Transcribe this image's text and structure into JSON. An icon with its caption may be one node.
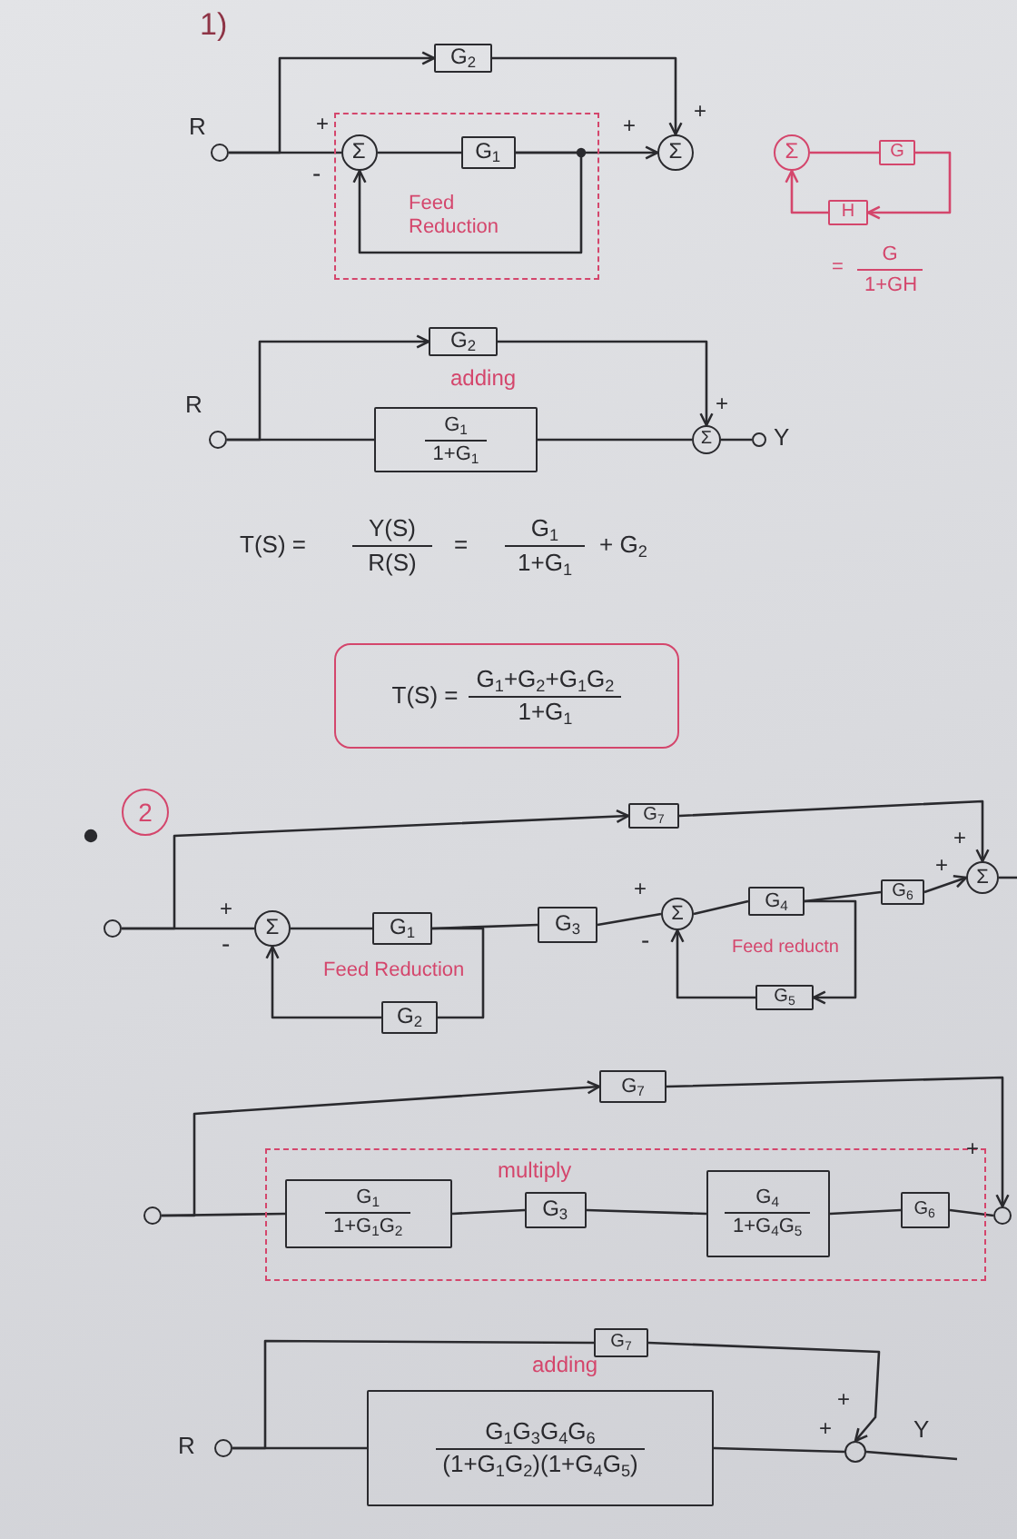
{
  "diagram": {
    "nodes": [
      {
        "text": [],
        "shape": "circle",
        "beside": [
          "R"
        ]
      },
      {
        "text": [
          "G$_{2}$"
        ]
      },
      {
        "text": [
          "Feed Reduction"
        ]
      },
      {
        "text": [
          "Σ"
        ],
        "in": 2
      },
      {
        "text": [
          "G$_{1}$"
        ],
        "in": 2
      },
      {
        "text": [
          "Σ"
        ]
      },
      {
        "text": [
          "Σ"
        ]
      },
      {
        "text": [
          "G"
        ]
      },
      {
        "text": [
          "H"
        ]
      },
      {
        "text": [],
        "shape": "circle",
        "beside": [
          "R"
        ]
      },
      {
        "text": [
          "G$_{2}$"
        ]
      },
      {
        "text": [
          "G$_{1}$",
          "1+G$_{1}$"
        ]
      },
      {
        "text": [
          "Σ"
        ]
      },
      {
        "text": [],
        "shape": "circle",
        "beside": [
          "Y"
        ]
      },
      {
        "text": [
          "T(S) =",
          "G$_{1}$+G$_{2}$+G$_{1}$G$_{2}$",
          "1+G$_{1}$"
        ]
      },
      {
        "text": [
          "2"
        ]
      },
      {
        "text": [],
        "shape": "circle"
      },
      {
        "text": [
          "G$_{7}$"
        ]
      },
      {
        "text": [
          "Σ"
        ]
      },
      {
        "text": [
          "G$_{1}$"
        ]
      },
      {
        "text": [
          "G$_{2}$"
        ]
      },
      {
        "text": [
          "G$_{3}$"
        ]
      },
      {
        "text": [
          "Σ"
        ]
      },
      {
        "text": [
          "G$_{4}$"
        ]
      },
      {
        "text": [
          "G$_{5}$"
        ]
      },
      {
        "text": [
          "G$_{6}$"
        ]
      },
      {
        "text": [
          "Σ"
        ]
      },
      {
        "text": [],
        "shape": "circle"
      },
      {
        "text": [
          "G$_{7}$"
        ]
      },
      {
        "text": [
          "multiply"
        ]
      },
      {
        "text": [
          "G$_{1}$",
          "1+G$_{1}$G$_{2}$"
        ],
        "in": 29
      },
      {
        "text": [
          "G$_{3}$"
        ],
        "in": 29
      },
      {
        "text": [
          "G$_{4}$",
          "1+G$_{4}$G$_{5}$"
        ],
        "in": 29
      },
      {
        "text": [
          "G$_{6}$"
        ],
        "in": 29
      },
      {
        "text": [],
        "shape": "circle"
      },
      {
        "text": [],
        "shape": "circle",
        "beside": [
          "R"
        ]
      },
      {
        "text": [
          "G$_{7}$"
        ]
      },
      {
        "text": [
          "G$_{1}$G$_{3}$G$_{4}$G$_{6}$",
          "(1+G$_{1}$G$_{2}$)(1+G$_{4}$G$_{5}$)"
        ]
      },
      {
        "text": [],
        "shape": "circle"
      }
    ],
    "edges": [
      {
        "from": 0,
        "to": 1,
        "arrow": "to"
      },
      {
        "from": 0,
        "to": 3,
        "arrow": "none"
      },
      {
        "from": 1,
        "to": 5,
        "arrow": "to"
      },
      {
        "from": 3,
        "to": 4,
        "arrow": "none"
      },
      {
        "from": 4,
        "to": 5,
        "arrow": "to"
      },
      {
        "from": 4,
        "to": 3,
        "arrow": "to"
      },
      {
        "from": 6,
        "to": 7,
        "arrow": "none",
        "color": "#d4466c"
      },
      {
        "from": 7,
        "to": 8,
        "arrow": "to",
        "color": "#d4466c"
      },
      {
        "from": 8,
        "to": 6,
        "arrow": "to",
        "color": "#d4466c"
      },
      {
        "from": 9,
        "to": 10,
        "arrow": "to"
      },
      {
        "from": 9,
        "to": 11,
        "arrow": "none"
      },
      {
        "from": 10,
        "to": 12,
        "arrow": "to"
      },
      {
        "from": 11,
        "to": 12,
        "arrow": "none"
      },
      {
        "from": 12,
        "to": 13,
        "arrow": "none"
      },
      {
        "from": 16,
        "to": 17,
        "arrow": "to"
      },
      {
        "from": 16,
        "to": 18,
        "arrow": "none"
      },
      {
        "from": 17,
        "to": 26,
        "arrow": "to"
      },
      {
        "from": 18,
        "to": 19,
        "arrow": "none"
      },
      {
        "from": 19,
        "to": 20,
        "arrow": "none"
      },
      {
        "from": 20,
        "to": 18,
        "arrow": "to"
      },
      {
        "from": 19,
        "to": 21,
        "arrow": "none"
      },
      {
        "from": 21,
        "to": 22,
        "arrow": "none"
      },
      {
        "from": 22,
        "to": 23,
        "arrow": "none"
      },
      {
        "from": 23,
        "to": 24,
        "arrow": "to"
      },
      {
        "from": 24,
        "to": 22,
        "arrow": "to"
      },
      {
        "from": 23,
        "to": 25,
        "arrow": "none"
      },
      {
        "from": 25,
        "to": 26,
        "arrow": "to"
      },
      {
        "from": 26,
        "to": null,
        "arrow": "none"
      },
      {
        "from": 27,
        "to": 28,
        "arrow": "to"
      },
      {
        "from": 27,
        "to": 30,
        "arrow": "none"
      },
      {
        "from": 28,
        "to": 34,
        "arrow": "to"
      },
      {
        "from": 30,
        "to": 31,
        "arrow": "none"
      },
      {
        "from": 31,
        "to": 32,
        "arrow": "none"
      },
      {
        "from": 32,
        "to": 33,
        "arrow": "none"
      },
      {
        "from": 33,
        "to": 34,
        "arrow": "none"
      },
      {
        "from": 35,
        "to": 36,
        "arrow": "none"
      },
      {
        "from": 35,
        "to": 37,
        "arrow": "none"
      },
      {
        "from": 36,
        "to": 38,
        "arrow": "to"
      },
      {
        "from": 37,
        "to": 38,
        "arrow": "none"
      },
      {
        "from": 38,
        "to": null,
        "arrow": "none"
      }
    ],
    "labels": [
      "1)",
      "+",
      "-",
      "+",
      "+",
      "=",
      "G",
      "1+GH",
      "adding",
      "+",
      "T(S) =",
      "Y(S)",
      "R(S)",
      "=",
      "G$_{1}$",
      "1+G$_{1}$",
      "+ G$_{2}$",
      "+",
      "-",
      "Feed Reduction",
      "+",
      "-",
      "Feed reductn",
      "+",
      "+",
      "+",
      "adding",
      "+",
      "+",
      "Y"
    ]
  }
}
